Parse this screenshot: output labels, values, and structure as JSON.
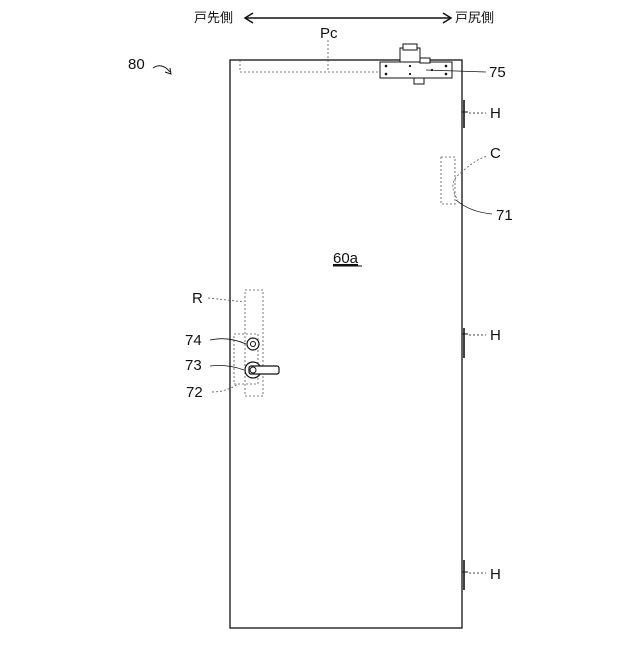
{
  "header": {
    "left_label": "戸先側",
    "right_label": "戸尻側"
  },
  "labels": {
    "figure_ref": "80",
    "door_panel": "60a",
    "pc": "Pc",
    "closer": "75",
    "hinge_top": "H",
    "hinge_middle": "H",
    "hinge_bottom": "H",
    "c_region": "C",
    "part_71": "71",
    "r_region": "R",
    "part_74": "74",
    "part_73": "73",
    "part_72": "72"
  }
}
